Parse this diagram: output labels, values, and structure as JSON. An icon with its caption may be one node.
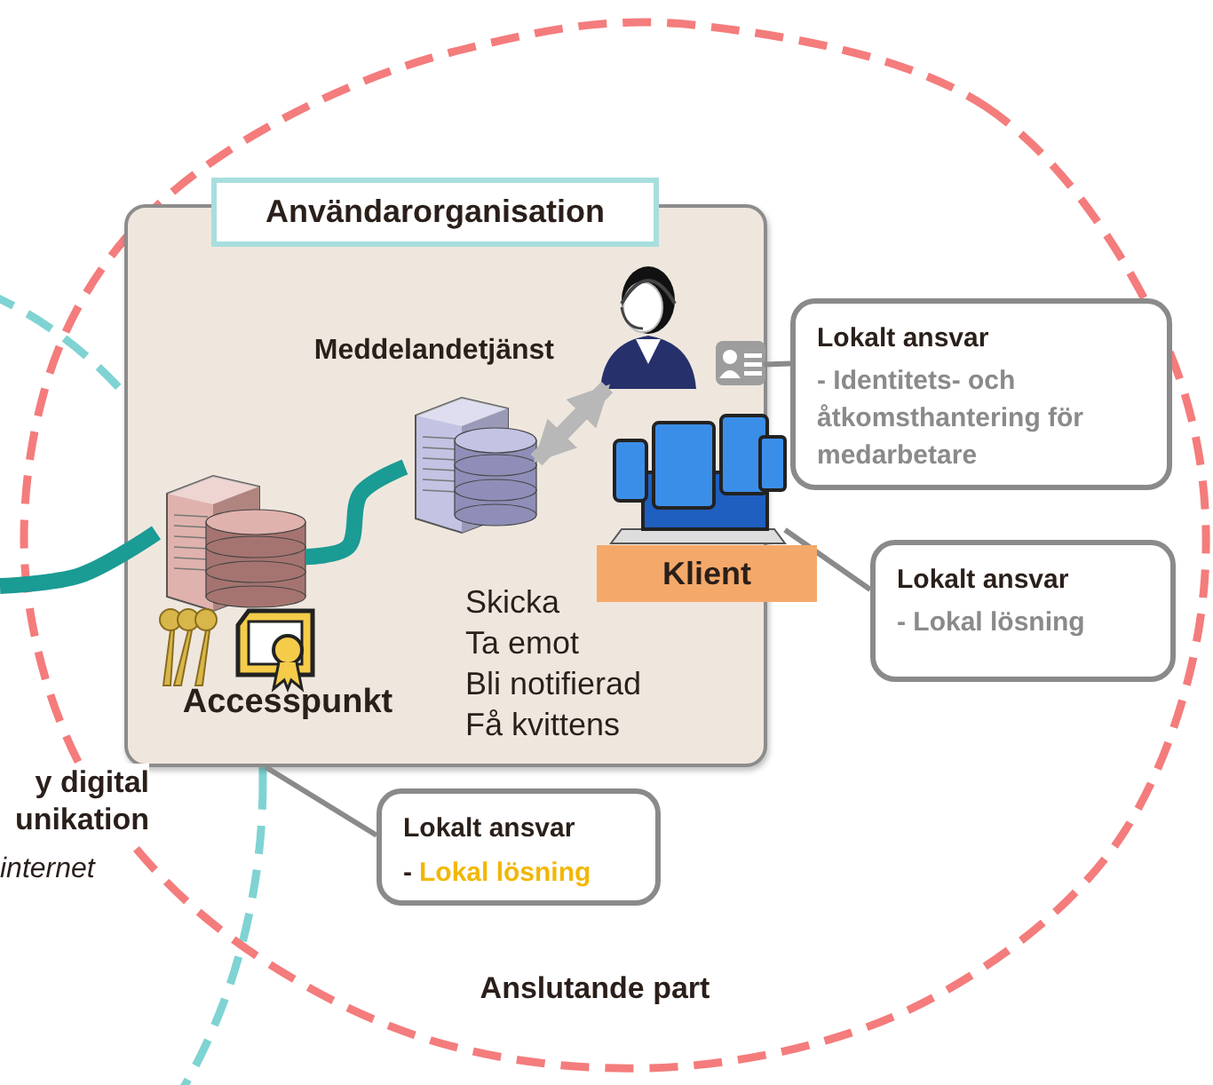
{
  "diagram": {
    "nodes": [
      {
        "text": [
          "Användarorganisation"
        ]
      },
      {
        "text": [],
        "shape": "picture",
        "in": 0,
        "beside": [
          "Meddelandetjänst"
        ]
      },
      {
        "text": [],
        "shape": "person",
        "in": 0
      },
      {
        "text": [],
        "shape": "picture",
        "in": 0
      },
      {
        "text": [],
        "shape": "picture",
        "in": 0
      },
      {
        "text": [
          "Klient"
        ]
      },
      {
        "text": [],
        "shape": "picture",
        "in": 0,
        "beside": [
          "Accesspunkt"
        ]
      },
      {
        "text": [
          "Lokalt ansvar",
          "- Identitets- och åtkomsthantering för medarbetare"
        ]
      },
      {
        "text": [
          "Lokalt ansvar",
          "- Lokal lösning"
        ]
      },
      {
        "text": [
          "Lokalt ansvar",
          "-",
          "Lokal lösning"
        ]
      }
    ],
    "edges": [
      {
        "from": 1,
        "to": 2,
        "arrow": "both",
        "style": "thick",
        "color": "#b8b8b8"
      },
      {
        "from": null,
        "to": 6,
        "arrow": "none",
        "style": "thick",
        "color": "#1a9b94"
      },
      {
        "from": 6,
        "to": 1,
        "arrow": "none",
        "style": "thick",
        "color": "#1a9b94"
      },
      {
        "from": 7,
        "to": 3,
        "arrow": "none"
      },
      {
        "from": 8,
        "to": 4,
        "arrow": "none"
      },
      {
        "from": 9,
        "to": 0,
        "arrow": "none"
      }
    ],
    "labels": [
      "Skicka",
      "Ta emot",
      "Bli notifierad",
      "Få kvittens",
      "y digital unikation",
      "internet",
      "Anslutande part"
    ]
  }
}
